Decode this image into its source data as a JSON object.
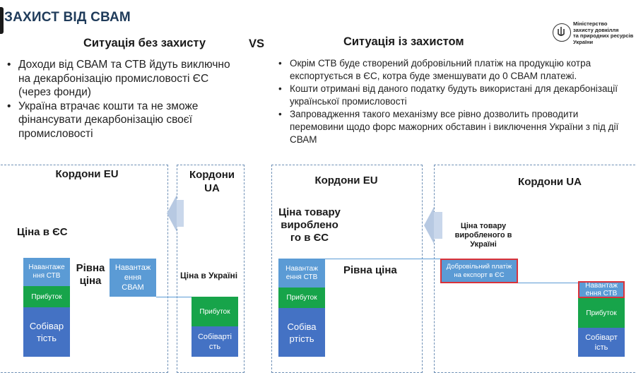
{
  "header": {
    "title": "ЗАХИСТ ВІД СВАМ",
    "ministry_logo": "trident-emblem-icon",
    "ministry_name": [
      "Міністерство",
      "захисту довкілля",
      "та природних ресурсів",
      "України"
    ]
  },
  "left": {
    "heading": "Ситуація без захисту",
    "bullets": [
      "Доходи від СВАМ та СТВ йдуть виключно на декарбонізацію промисловості ЄС (через фонди)",
      "Україна втрачає кошти та не зможе фінансувати декарбонізацію своєї промисловості"
    ],
    "diagram": {
      "eu_border": "Кордони EU",
      "ua_border_line1": "Кордони",
      "ua_border_line2": "UA",
      "price_eu": "Ціна в ЄС",
      "equal_line1": "Рівна",
      "equal_line2": "ціна",
      "price_ua": "Ціна в Україні",
      "bar_eu": {
        "stv": "Навантаже ння СТВ",
        "profit": "Прибуток",
        "cost": "Собівар тість"
      },
      "cbam_box": "Навантаж ення СВАМ",
      "bar_ua": {
        "profit": "Прибуток",
        "cost": "Собіварті сть"
      }
    }
  },
  "vs": "VS",
  "right": {
    "heading": "Ситуація із захистом",
    "bullets": [
      "Окрім СТВ буде створений добровільний платіж на продукцію котра експортується в ЄС, котра буде зменшувати до 0 СВАМ платежі.",
      "Кошти отримані від даного податку будуть використані для декарбонізації української промисловості",
      "Запровадження такого механізму все рівно дозволить проводити перемовини щодо форс мажорних обставин і виключення України з під дії СВАМ"
    ],
    "diagram": {
      "eu_border": "Кордони EU",
      "ua_border": "Кордони UA",
      "price_eu": "Ціна товару вироблено го в ЄС",
      "equal": "Рівна ціна",
      "price_ua": "Ціна товару виробленого в Україні",
      "voluntary_box": "Добровільний платіж на експорт в ЄС",
      "bar_eu": {
        "stv": "Навантаж ення СТВ",
        "profit": "Прибуток",
        "cost": "Собіва ртість"
      },
      "bar_ua": {
        "stv": "Навантаж ення СТВ",
        "profit": "Прибуток",
        "cost": "Собіварт ість"
      }
    }
  },
  "colors": {
    "blue": "#4472c4",
    "light_blue": "#5b9bd5",
    "green": "#17a44a",
    "red": "#d9323a"
  }
}
